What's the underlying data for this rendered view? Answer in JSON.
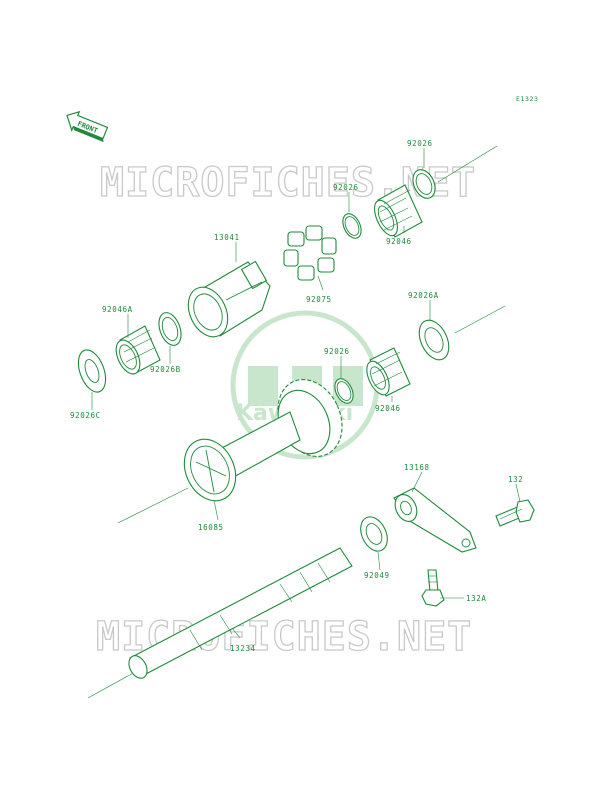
{
  "diagram_code": "E1323",
  "front_label": "FRONT",
  "watermark": "MICROFICHES.NET",
  "logo_text": "Kawasaki",
  "parts": {
    "p92026_top": "92026",
    "p92026_mid": "92026",
    "p92046_top": "92046",
    "p13041": "13041",
    "p92075": "92075",
    "p92046A": "92046A",
    "p92026B": "92026B",
    "p92026A": "92026A",
    "p92026_lower": "92026",
    "p92046_lower": "92046",
    "p92026C": "92026C",
    "p13168": "13168",
    "p132": "132",
    "p16085": "16085",
    "p92049": "92049",
    "p132A": "132A",
    "p13234": "13234"
  },
  "colors": {
    "line": "#1f8a3b",
    "watermark_outline": "#c9c9c9",
    "logo": "#c8e6cc"
  }
}
